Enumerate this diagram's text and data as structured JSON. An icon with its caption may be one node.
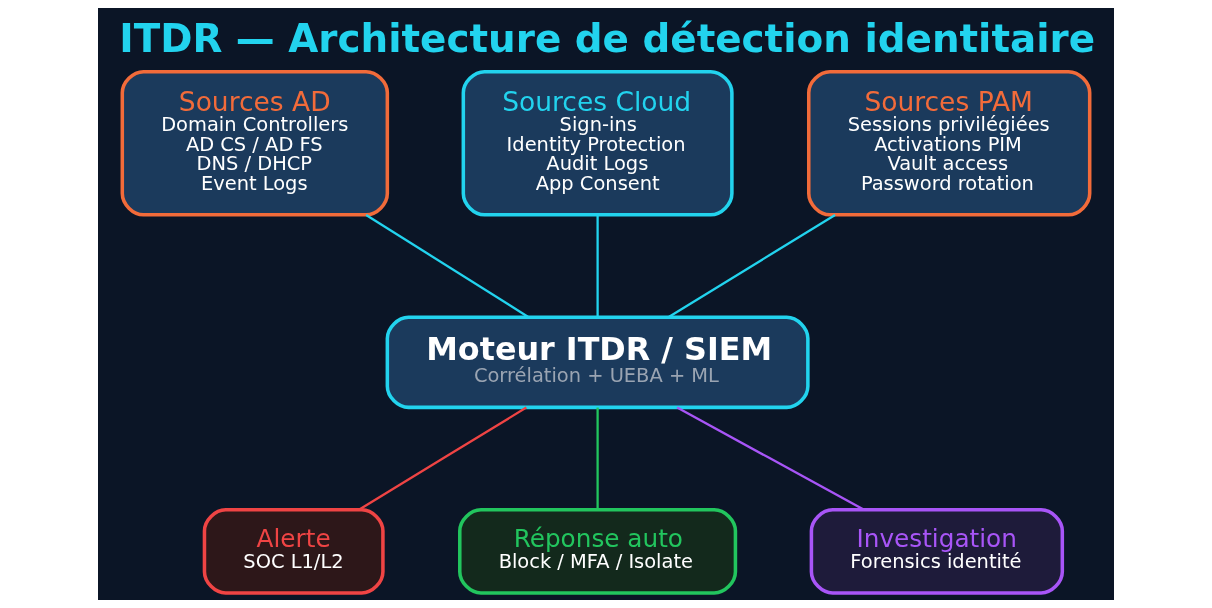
{
  "diagram": {
    "title": "ITDR — Architecture de détection identitaire",
    "nodes": [
      {
        "text": [
          "Sources AD",
          "Domain Controllers",
          "AD CS / AD FS",
          "DNS / DHCP",
          "Event Logs"
        ]
      },
      {
        "text": [
          "Sources Cloud",
          "Sign-ins",
          "Identity Protection",
          "Audit Logs",
          "App Consent"
        ]
      },
      {
        "text": [
          "Sources PAM",
          "Sessions privilégiées",
          "Activations PIM",
          "Vault access",
          "Password rotation"
        ]
      },
      {
        "text": [
          "Moteur ITDR / SIEM",
          "Corrélation + UEBA + ML"
        ]
      },
      {
        "text": [
          "Alerte",
          "SOC L1/L2"
        ]
      },
      {
        "text": [
          "Réponse auto",
          "Block / MFA / Isolate"
        ]
      },
      {
        "text": [
          "Investigation",
          "Forensics identité"
        ]
      }
    ],
    "edges": [
      {
        "from": 0,
        "to": 3,
        "arrow": "none"
      },
      {
        "from": 1,
        "to": 3,
        "arrow": "none"
      },
      {
        "from": 2,
        "to": 3,
        "arrow": "none"
      },
      {
        "from": 3,
        "to": 4,
        "arrow": "none",
        "color": "#ef4444"
      },
      {
        "from": 3,
        "to": 5,
        "arrow": "none",
        "color": "#22c55e"
      },
      {
        "from": 3,
        "to": 6,
        "arrow": "none",
        "color": "#a855f7"
      }
    ]
  }
}
